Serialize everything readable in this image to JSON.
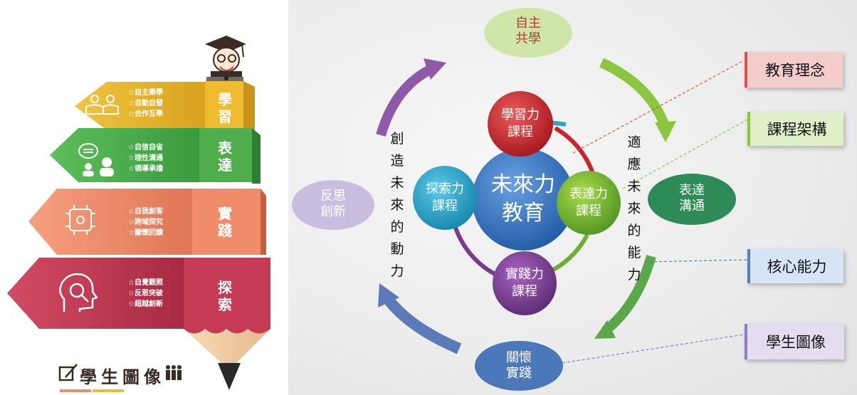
{
  "left_panel": {
    "layers": [
      {
        "name": "學習",
        "chars": [
          "學",
          "習"
        ],
        "items": [
          "☆自主樂學",
          "☆自動自發",
          "☆合作互學"
        ],
        "color": "#e7b534",
        "icon": "students-reading-icon"
      },
      {
        "name": "表達",
        "chars": [
          "表",
          "達"
        ],
        "items": [
          "☆自信自省",
          "☆理性溝通",
          "☆領導承擔"
        ],
        "color": "#4caf50",
        "icon": "people-speech-icon"
      },
      {
        "name": "實踐",
        "chars": [
          "實",
          "踐"
        ],
        "items": [
          "☆自我創客",
          "☆跨域探究",
          "☆關懷回饋"
        ],
        "color": "#ee8a6a",
        "icon": "hands-network-icon"
      },
      {
        "name": "探索",
        "chars": [
          "探",
          "索"
        ],
        "items": [
          "☆自覺觀照",
          "☆反思突破",
          "☆超越創新"
        ],
        "color": "#c33a52",
        "icon": "head-magnifier-icon"
      }
    ],
    "footer_title": "學生圖像"
  },
  "diagram": {
    "center": {
      "line1": "未來力",
      "line2": "教育"
    },
    "petals": [
      {
        "id": "learn",
        "line1": "學習力",
        "line2": "課程",
        "color": "#c8242a"
      },
      {
        "id": "express",
        "line1": "表達力",
        "line2": "課程",
        "color": "#6cae2f"
      },
      {
        "id": "practice",
        "line1": "實踐力",
        "line2": "課程",
        "color": "#7a3b8f"
      },
      {
        "id": "explore",
        "line1": "探索力",
        "line2": "課程",
        "color": "#2aa5c9"
      }
    ],
    "outer_ovals": [
      {
        "id": "top",
        "line1": "自主",
        "line2": "共學",
        "fill": "#cfe6a8",
        "text_color": "#c0392b"
      },
      {
        "id": "right",
        "line1": "表達",
        "line2": "溝通",
        "fill": "#2e8b57",
        "text_color": "#ffffff"
      },
      {
        "id": "bottom",
        "line1": "關懷",
        "line2": "實踐",
        "fill": "#4a78b8",
        "text_color": "#ffffff"
      },
      {
        "id": "left",
        "line1": "反思",
        "line2": "創新",
        "fill": "#c9bde0",
        "text_color": "#ffffff"
      }
    ],
    "left_vertical_text": [
      "創",
      "造",
      "未",
      "來",
      "的",
      "動",
      "力"
    ],
    "right_vertical_text": [
      "適",
      "應",
      "未",
      "來",
      "的",
      "能",
      "力"
    ],
    "side_labels": [
      {
        "text": "教育理念",
        "bg": "#f4cccc",
        "border": "#d9534f"
      },
      {
        "text": "課程架構",
        "bg": "#dff0c8",
        "border": "#8cc63f"
      },
      {
        "text": "核心能力",
        "bg": "#d6e4f5",
        "border": "#4f81bd"
      },
      {
        "text": "學生圖像",
        "bg": "#e4dcef",
        "border": "#8e7cc3"
      }
    ]
  }
}
